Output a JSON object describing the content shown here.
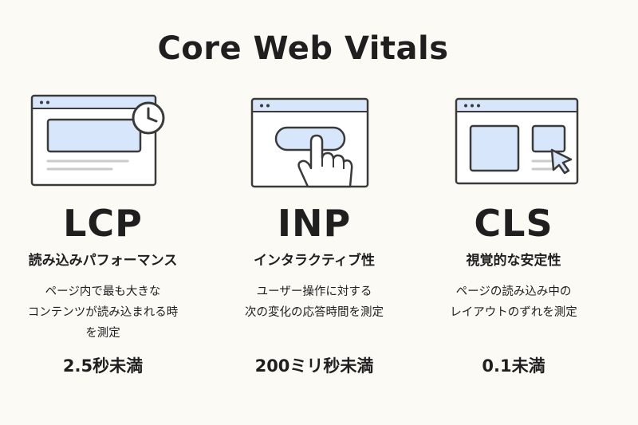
{
  "title": "Core Web Vitals",
  "metrics": [
    {
      "acronym": "LCP",
      "name": "読み込みパフォーマンス",
      "description": [
        "ページ内で最も大きな",
        "コンテンツが読み込まれる時",
        "を測定"
      ],
      "threshold": "2.5秒未満",
      "icon": "browser-window-clock-icon"
    },
    {
      "acronym": "INP",
      "name": "インタラクティブ性",
      "description": [
        "ユーザー操作に対する",
        "次の変化の応答時間を測定"
      ],
      "threshold": "200ミリ秒未満",
      "icon": "browser-window-tap-icon"
    },
    {
      "acronym": "CLS",
      "name": "視覚的な安定性",
      "description": [
        "ページの読み込み中の",
        "レイアウトのずれを測定"
      ],
      "threshold": "0.1未満",
      "icon": "browser-window-cursor-icon"
    }
  ],
  "colors": {
    "background": "#fbfaf5",
    "window_fill": "#d7e6fb",
    "stroke": "#3a3a3a",
    "text": "#1f1f1f"
  }
}
